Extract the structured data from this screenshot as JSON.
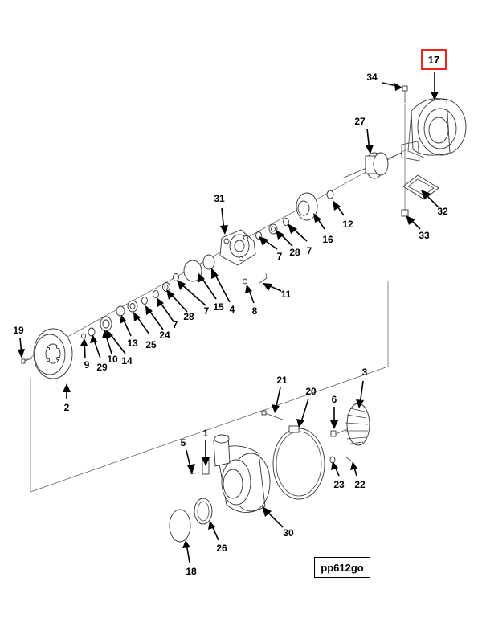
{
  "diagram": {
    "highlight_color": "#e8261d",
    "highlighted_callout": "17",
    "reference_code": "pp612go",
    "callouts": {
      "c17": "17",
      "c34": "34",
      "c27": "27",
      "c32": "32",
      "c33": "33",
      "c31": "31",
      "c12": "12",
      "c16": "16",
      "c7a": "7",
      "c28a": "28",
      "c7b": "7",
      "c11": "11",
      "c8": "8",
      "c4": "4",
      "c15": "15",
      "c7c": "7",
      "c28b": "28",
      "c7d": "7",
      "c24": "24",
      "c25": "25",
      "c13": "13",
      "c14": "14",
      "c10": "10",
      "c29": "29",
      "c9": "9",
      "c19": "19",
      "c2": "2",
      "c21": "21",
      "c20": "20",
      "c3": "3",
      "c6": "6",
      "c23": "23",
      "c22": "22",
      "c5": "5",
      "c1": "1",
      "c30": "30",
      "c26": "26",
      "c18": "18"
    }
  }
}
